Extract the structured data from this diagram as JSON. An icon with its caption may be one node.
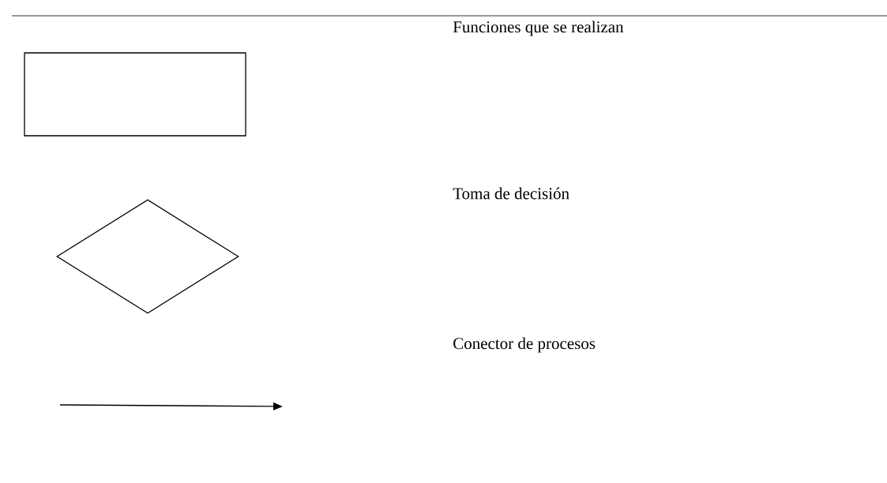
{
  "diagram": {
    "nodes": [
      {
        "text": [],
        "shape": "box"
      },
      {
        "text": [],
        "shape": "diamond"
      }
    ],
    "legend": [
      {
        "text": "Funciones que se realizan"
      },
      {
        "text": "Toma de decisión"
      },
      {
        "text": "Conector de procesos"
      }
    ]
  }
}
